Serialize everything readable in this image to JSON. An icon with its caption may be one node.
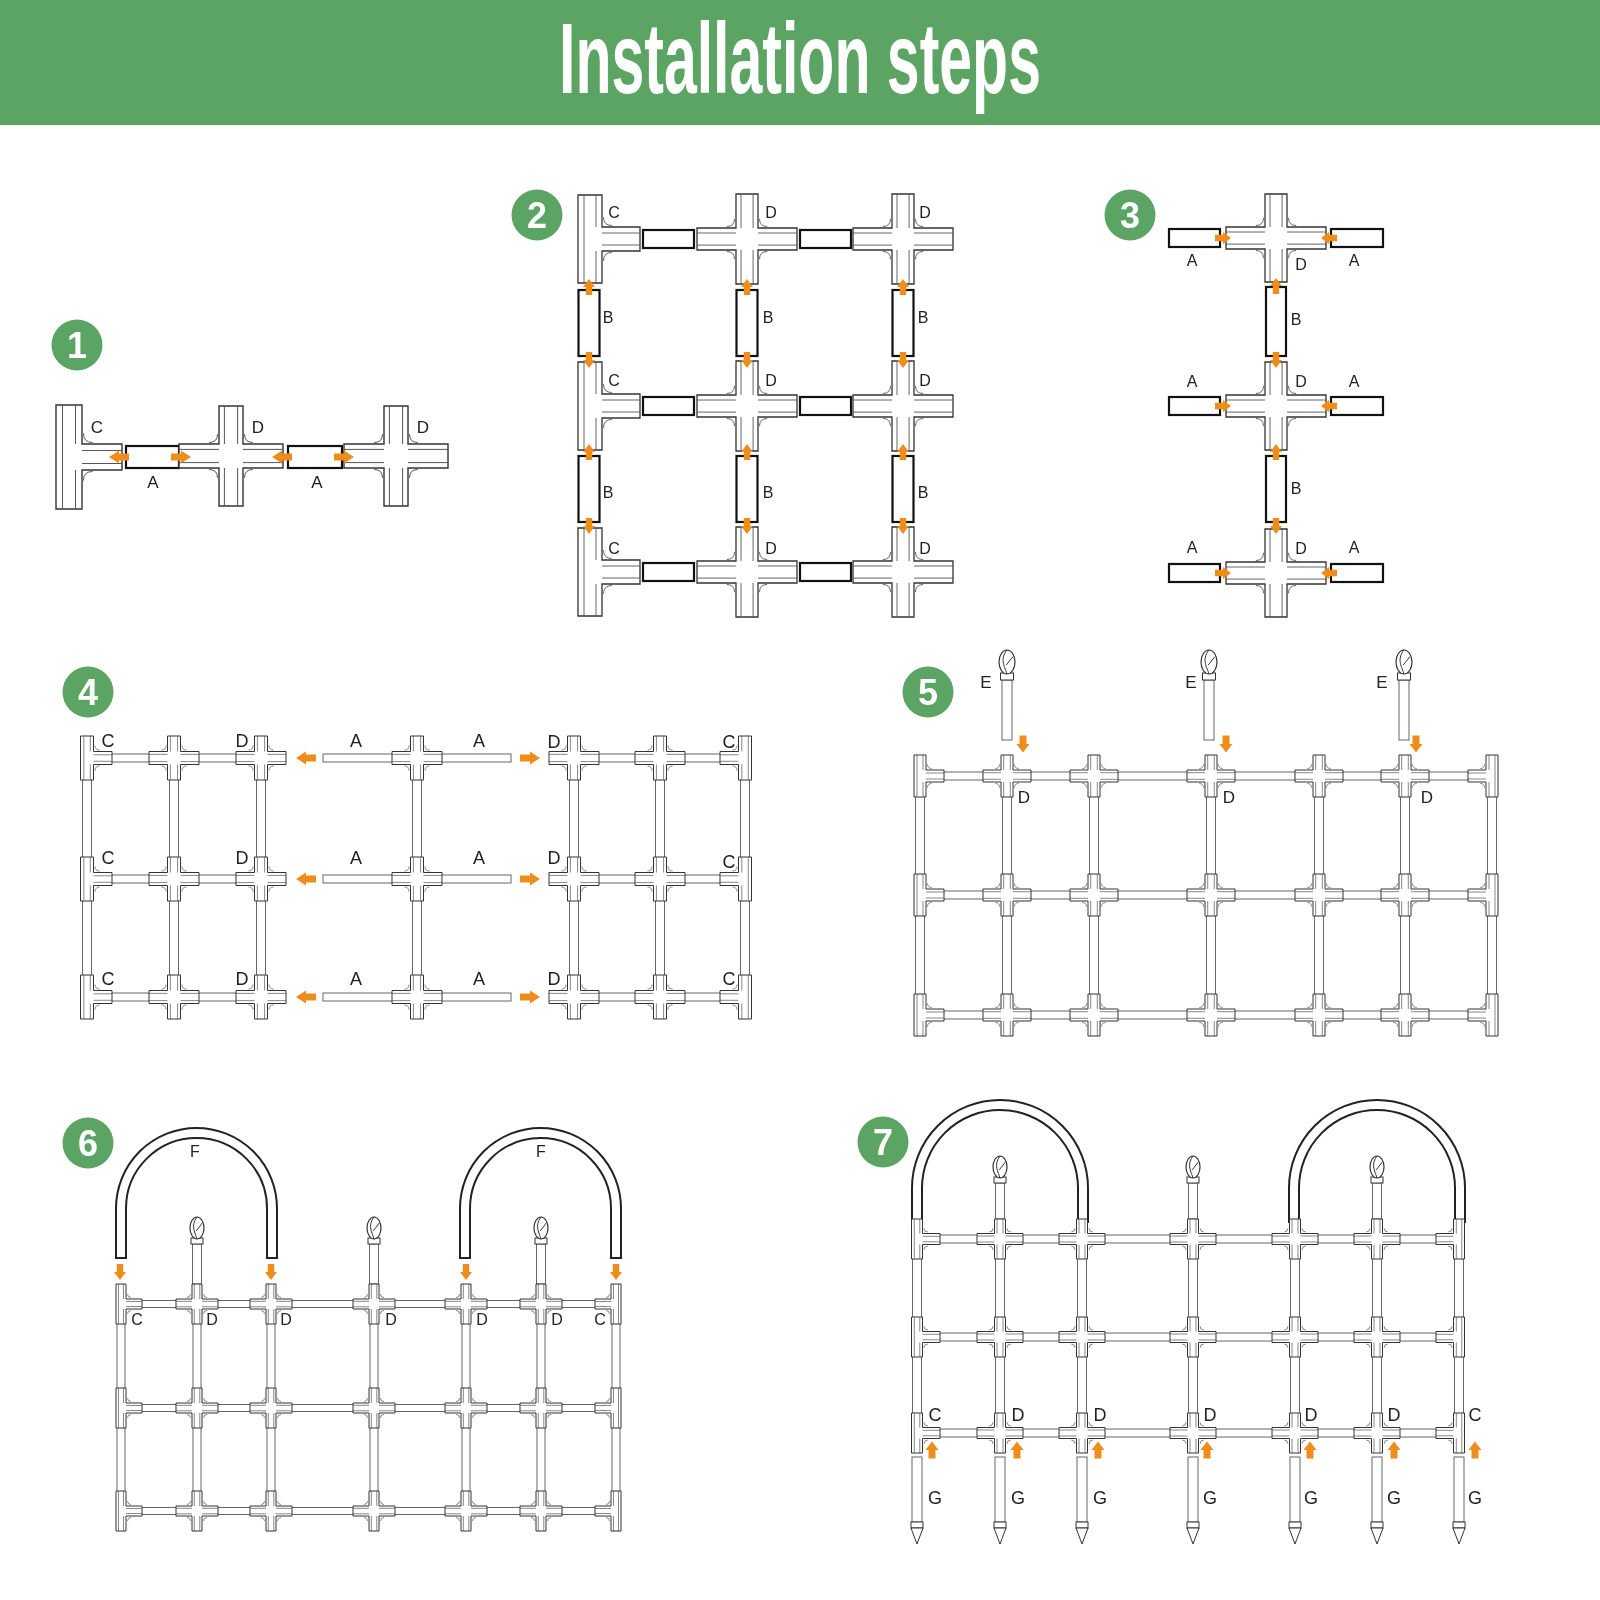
{
  "diagram": {
    "title": "Installation steps",
    "nodes": [
      {
        "text": [
          "1"
        ]
      },
      {
        "text": [
          "2"
        ]
      },
      {
        "text": [
          "3"
        ]
      },
      {
        "text": [
          "4"
        ]
      },
      {
        "text": [
          "5"
        ]
      },
      {
        "text": [
          "6"
        ]
      },
      {
        "text": [
          "7"
        ]
      }
    ],
    "labels": [
      "C",
      "D",
      "D",
      "A",
      "A",
      "C",
      "D",
      "D",
      "B",
      "B",
      "B",
      "C",
      "D",
      "D",
      "B",
      "B",
      "B",
      "C",
      "D",
      "D",
      "A",
      "D",
      "A",
      "B",
      "A",
      "D",
      "A",
      "B",
      "A",
      "D",
      "A",
      "C",
      "D",
      "A",
      "A",
      "D",
      "C",
      "C",
      "D",
      "A",
      "A",
      "D",
      "C",
      "C",
      "D",
      "A",
      "A",
      "D",
      "C",
      "E",
      "E",
      "E",
      "D",
      "D",
      "D",
      "F",
      "F",
      "C",
      "D",
      "D",
      "D",
      "D",
      "D",
      "C",
      "C",
      "D",
      "D",
      "D",
      "D",
      "D",
      "C",
      "G",
      "G",
      "G",
      "G",
      "G",
      "G",
      "G"
    ]
  }
}
